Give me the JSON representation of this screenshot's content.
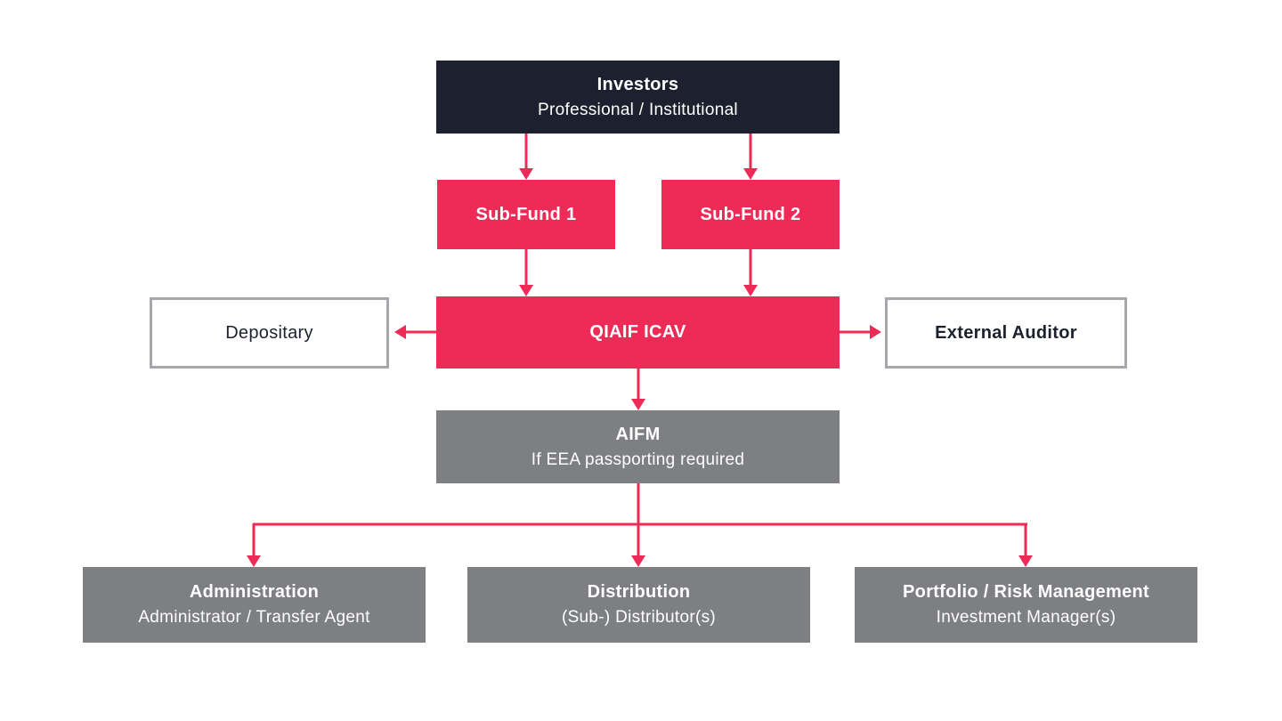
{
  "diagram": {
    "nodes": {
      "investors": {
        "title": "Investors",
        "subtitle": "Professional / Institutional"
      },
      "sub_fund_1": {
        "title": "Sub-Fund 1"
      },
      "sub_fund_2": {
        "title": "Sub-Fund 2"
      },
      "qiaif_icav": {
        "title": "QIAIF ICAV"
      },
      "depositary": {
        "title": "Depositary"
      },
      "external_auditor": {
        "title": "External Auditor"
      },
      "aifm": {
        "title": "AIFM",
        "subtitle": "If EEA passporting required"
      },
      "administration": {
        "title": "Administration",
        "subtitle": "Administrator / Transfer Agent"
      },
      "distribution": {
        "title": "Distribution",
        "subtitle": "(Sub-) Distributor(s)"
      },
      "portfolio_risk_management": {
        "title": "Portfolio / Risk Management",
        "subtitle": "Investment Manager(s)"
      }
    },
    "colors": {
      "dark_navy": "#1d212f",
      "accent_red": "#ee2a56",
      "box_gray": "#7d7f83",
      "outline_gray": "#a5a7aa",
      "background": "#ffffff"
    }
  }
}
